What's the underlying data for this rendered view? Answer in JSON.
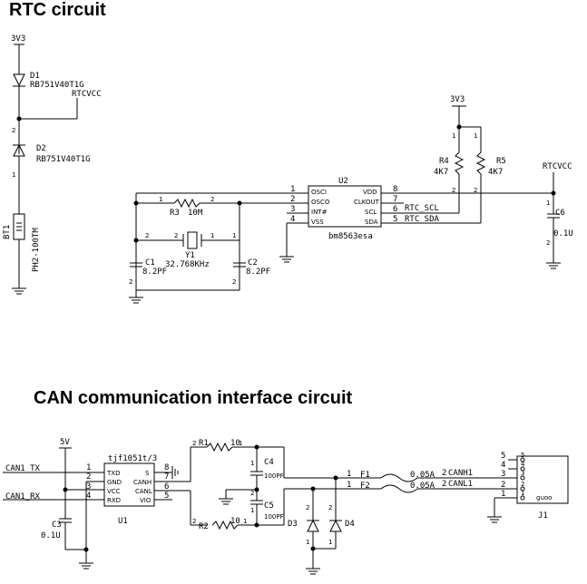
{
  "titles": {
    "rtc": "RTC circuit",
    "can": "CAN communication interface circuit"
  },
  "rtc": {
    "net_3v3_left": "3V3",
    "net_3v3_right": "3V3",
    "net_rtcvcc_left": "RTCVCC",
    "net_rtcvcc_right": "RTCVCC",
    "d1_ref": "D1",
    "d1_val": "RB751V40T1G",
    "d2_ref": "D2",
    "d2_val": "RB751V40T1G",
    "bt1_ref": "BT1",
    "bt1_val": "PH2-100TM",
    "r3_ref": "R3",
    "r3_val": "10M",
    "y1_ref": "Y1",
    "y1_val": "32.768KHz",
    "c1_ref": "C1",
    "c1_val": "8.2PF",
    "c2_ref": "C2",
    "c2_val": "8.2PF",
    "u2_ref": "U2",
    "u2_part": "bm8563esa",
    "u2_pins_left": [
      "OSCI",
      "OSCO",
      "INT#",
      "VSS"
    ],
    "u2_pins_right": [
      "VDD",
      "CLKOUT",
      "SCL",
      "SDA"
    ],
    "u2_pnum_left": [
      "1",
      "2",
      "3",
      "4"
    ],
    "u2_pnum_right": [
      "8",
      "7",
      "6",
      "5"
    ],
    "net_scl": "RTC_SCL",
    "net_sda": "RTC_SDA",
    "r4_ref": "R4",
    "r4_val": "4K7",
    "r5_ref": "R5",
    "r5_val": "4K7",
    "c6_ref": "C6",
    "c6_val": "0.1U"
  },
  "can": {
    "net_5v": "5V",
    "net_tx": "CAN1_TX",
    "net_rx": "CAN1_RX",
    "u1_ref": "U1",
    "u1_part": "tjf1051t/3",
    "u1_pins_left": [
      "TXD",
      "GND",
      "VCC",
      "RXD"
    ],
    "u1_pins_right": [
      "S",
      "CANH",
      "CANL",
      "VIO"
    ],
    "u1_pnum_left": [
      "1",
      "2",
      "3",
      "4"
    ],
    "u1_pnum_right": [
      "8",
      "7",
      "6",
      "5"
    ],
    "c3_ref": "C3",
    "c3_val": "0.1U",
    "r1_ref": "R1",
    "r2_ref": "R2",
    "r_val": "10",
    "c4_ref": "C4",
    "c4_val": "100PF",
    "c5_ref": "C5",
    "c5_val": "100PF",
    "d3_ref": "D3",
    "d4_ref": "D4",
    "f1_ref": "F1",
    "f2_ref": "F2",
    "fuse_val": "0.05A",
    "net_canh": "CANH1",
    "net_canl": "CANL1",
    "j1_ref": "J1",
    "j1_val": "guoo",
    "j1_pins": [
      "5",
      "4",
      "3",
      "2",
      "1"
    ]
  }
}
